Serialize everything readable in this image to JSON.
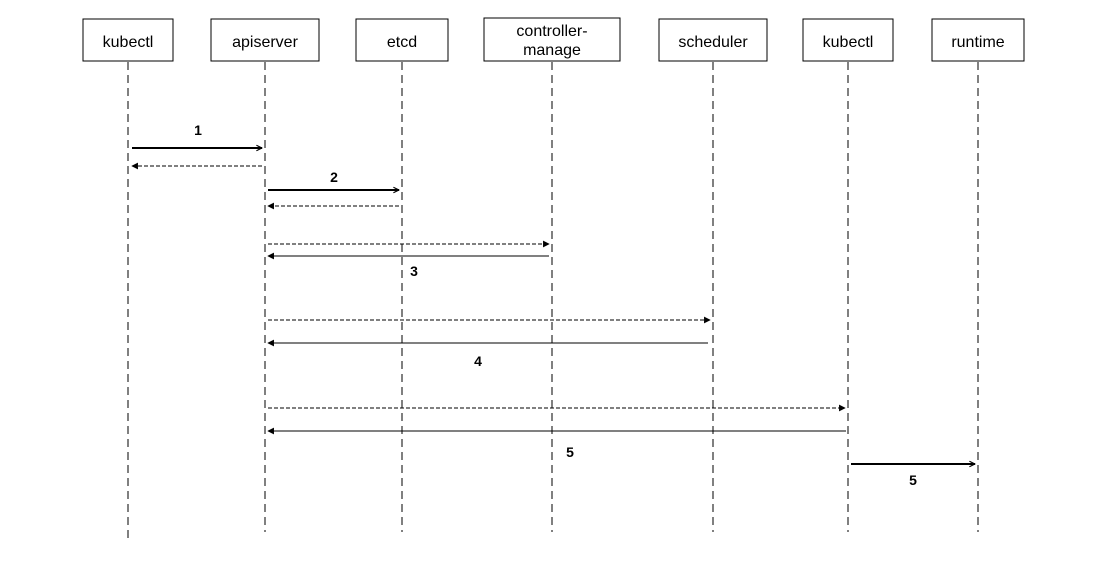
{
  "participants": [
    {
      "id": "kubectl_1",
      "label": "kubectl"
    },
    {
      "id": "apiserver",
      "label": "apiserver"
    },
    {
      "id": "etcd",
      "label": "etcd"
    },
    {
      "id": "controller",
      "label_line1": "controller-",
      "label_line2": "manage"
    },
    {
      "id": "scheduler",
      "label": "scheduler"
    },
    {
      "id": "kubectl_2",
      "label": "kubectl"
    },
    {
      "id": "runtime",
      "label": "runtime"
    }
  ],
  "messages": [
    {
      "from": "kubectl_1",
      "to": "apiserver",
      "style": "solid-thick",
      "label": "1"
    },
    {
      "from": "apiserver",
      "to": "kubectl_1",
      "style": "dashed",
      "label": ""
    },
    {
      "from": "apiserver",
      "to": "etcd",
      "style": "solid-thick",
      "label": "2"
    },
    {
      "from": "etcd",
      "to": "apiserver",
      "style": "dashed",
      "label": ""
    },
    {
      "from": "apiserver",
      "to": "controller",
      "style": "dashed",
      "label": ""
    },
    {
      "from": "controller",
      "to": "apiserver",
      "style": "solid",
      "label": "3"
    },
    {
      "from": "apiserver",
      "to": "scheduler",
      "style": "dashed",
      "label": ""
    },
    {
      "from": "scheduler",
      "to": "apiserver",
      "style": "solid",
      "label": "4"
    },
    {
      "from": "apiserver",
      "to": "kubectl_2",
      "style": "dashed",
      "label": ""
    },
    {
      "from": "kubectl_2",
      "to": "apiserver",
      "style": "solid",
      "label": "5"
    },
    {
      "from": "kubectl_2",
      "to": "runtime",
      "style": "solid-thick",
      "label": "5"
    }
  ]
}
